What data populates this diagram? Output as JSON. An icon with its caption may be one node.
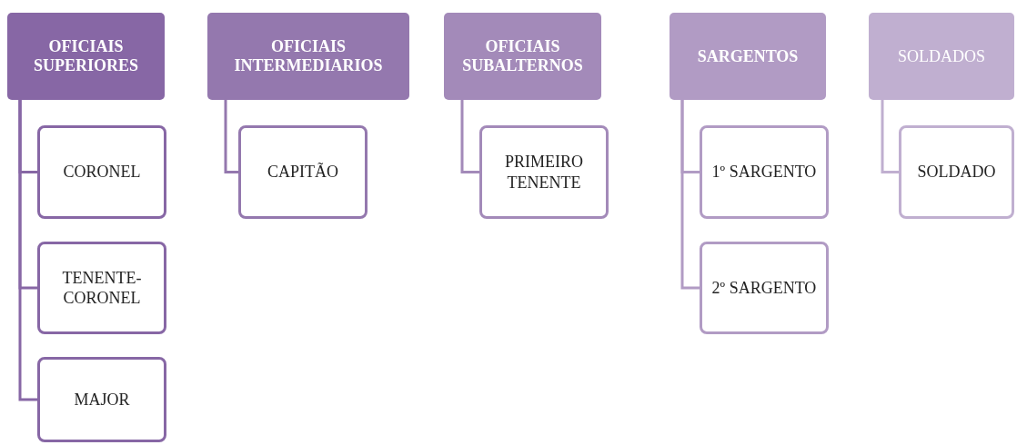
{
  "diagram": {
    "nodes": [
      {
        "text": [
          "OFICIAIS SUPERIORES"
        ]
      },
      {
        "text": [
          "CORONEL"
        ]
      },
      {
        "text": [
          "TENENTE-CORONEL"
        ]
      },
      {
        "text": [
          "MAJOR"
        ]
      },
      {
        "text": [
          "OFICIAIS INTERMEDIARIOS"
        ]
      },
      {
        "text": [
          "CAPITÃO"
        ]
      },
      {
        "text": [
          "OFICIAIS SUBALTERNOS"
        ]
      },
      {
        "text": [
          "PRIMEIRO TENENTE"
        ]
      },
      {
        "text": [
          "SARGENTOS"
        ]
      },
      {
        "text": [
          "1º SARGENTO"
        ]
      },
      {
        "text": [
          "2º SARGENTO"
        ]
      },
      {
        "text": [
          "SOLDADOS"
        ]
      },
      {
        "text": [
          "SOLDADO"
        ]
      }
    ],
    "edges": [
      {
        "from": 0,
        "to": 1,
        "arrow": "none"
      },
      {
        "from": 0,
        "to": 2,
        "arrow": "none"
      },
      {
        "from": 0,
        "to": 3,
        "arrow": "none"
      },
      {
        "from": 4,
        "to": 5,
        "arrow": "none"
      },
      {
        "from": 6,
        "to": 7,
        "arrow": "none"
      },
      {
        "from": 8,
        "to": 9,
        "arrow": "none"
      },
      {
        "from": 8,
        "to": 10,
        "arrow": "none"
      },
      {
        "from": 11,
        "to": 12,
        "arrow": "none"
      }
    ]
  }
}
